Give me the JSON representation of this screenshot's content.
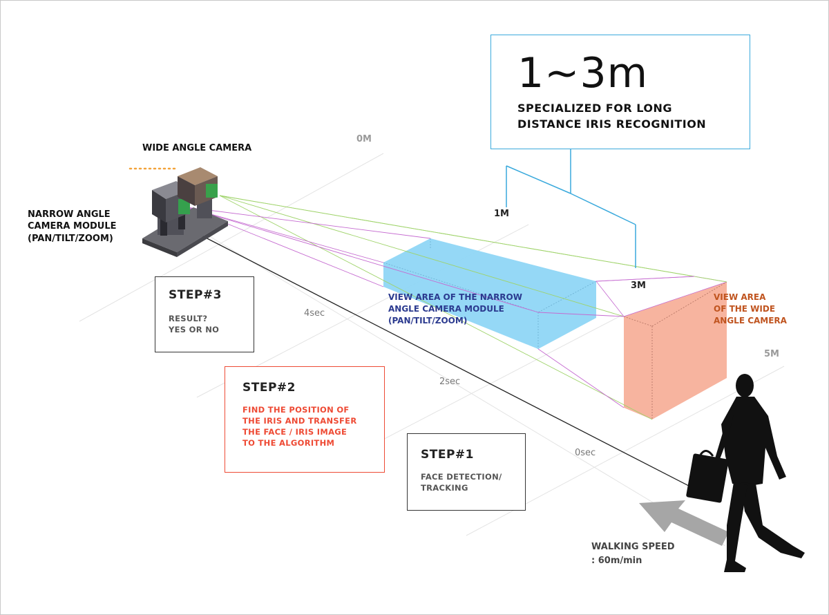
{
  "headline": {
    "range": "1~3m",
    "subtitle_line1": "SPECIALIZED FOR LONG",
    "subtitle_line2": "DISTANCE IRIS RECOGNITION"
  },
  "cameras": {
    "wide_label": "WIDE ANGLE CAMERA",
    "narrow_label_line1": "NARROW ANGLE",
    "narrow_label_line2": "CAMERA MODULE",
    "narrow_label_line3": "(PAN/TILT/ZOOM)"
  },
  "distances": [
    "0M",
    "1M",
    "3M",
    "5M"
  ],
  "times": [
    "4sec",
    "2sec",
    "0sec"
  ],
  "view_areas": {
    "narrow_line1": "VIEW AREA OF THE NARROW",
    "narrow_line2": "ANGLE CAMERA MODULE",
    "narrow_line3": "(PAN/TILT/ZOOM)",
    "wide_line1": "VIEW AREA",
    "wide_line2": "OF THE WIDE",
    "wide_line3": "ANGLE CAMERA"
  },
  "steps": [
    {
      "title": "STEP#3",
      "line1": "RESULT?",
      "line2": "YES OR NO"
    },
    {
      "title": "STEP#2",
      "line1": "FIND THE POSITION OF",
      "line2": "THE IRIS AND TRANSFER",
      "line3": "THE FACE / IRIS IMAGE",
      "line4": "TO THE ALGORITHM"
    },
    {
      "title": "STEP#1",
      "line1": "FACE DETECTION/",
      "line2": "TRACKING"
    }
  ],
  "walking": {
    "line1": "WALKING SPEED",
    "line2": ": 60m/min"
  },
  "colors": {
    "cyan": "#39a9dc",
    "narrow_area": "#8fd6f6",
    "wide_area": "#f7b49f",
    "step2": "#ee4a34",
    "narrow_text": "#2b3a8f",
    "wide_text": "#c0541f",
    "green_ray": "#9fd36a",
    "magenta_ray": "#c56ad0"
  }
}
